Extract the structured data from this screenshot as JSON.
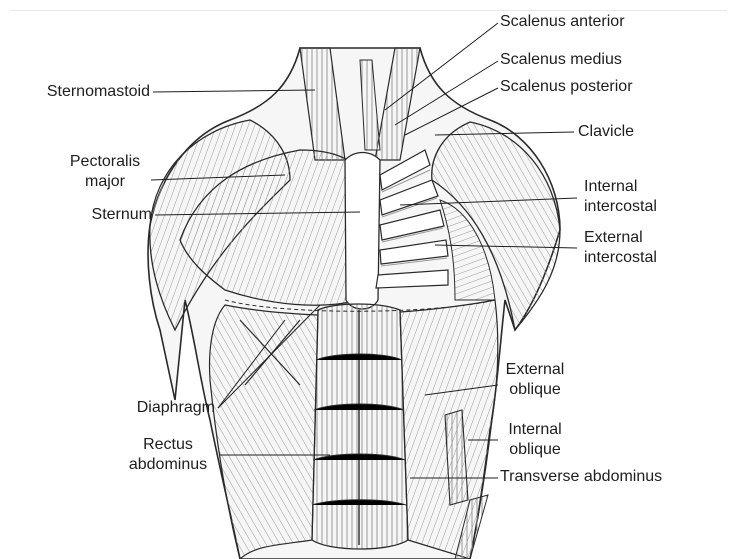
{
  "figure": {
    "labels": {
      "scalenus_anterior": "Scalenus anterior",
      "scalenus_medius": "Scalenus medius",
      "scalenus_posterior": "Scalenus posterior",
      "sternomastoid": "Sternomastoid",
      "clavicle": "Clavicle",
      "pectoralis_major_1": "Pectoralis",
      "pectoralis_major_2": "major",
      "sternum": "Sternum",
      "internal_intercostal_1": "Internal",
      "internal_intercostal_2": "intercostal",
      "external_intercostal_1": "External",
      "external_intercostal_2": "intercostal",
      "external_oblique_1": "External",
      "external_oblique_2": "oblique",
      "diaphragm": "Diaphragm",
      "internal_oblique_1": "Internal",
      "internal_oblique_2": "oblique",
      "rectus_abdominus_1": "Rectus",
      "rectus_abdominus_2": "abdominus",
      "transverse_abdominus": "Transverse abdominus"
    },
    "colors": {
      "ink": "#1e1e1e",
      "line": "#2a2a2a",
      "hatch": "#9a9a9a"
    }
  }
}
